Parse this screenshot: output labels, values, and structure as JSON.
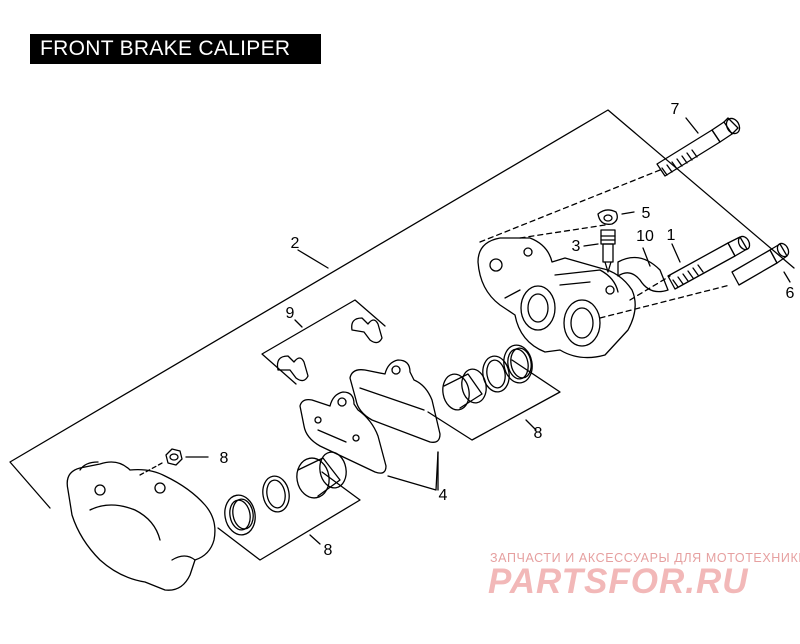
{
  "title": "FRONT BRAKE CALIPER",
  "callouts": {
    "c1": "1",
    "c2": "2",
    "c3": "3",
    "c4": "4",
    "c5": "5",
    "c6": "6",
    "c7": "7",
    "c8a": "8",
    "c8b": "8",
    "c8c": "8",
    "c9": "9",
    "c10": "10"
  },
  "watermark": {
    "tagline": "ЗАПЧАСТИ И АКСЕССУАРЫ ДЛЯ МОТОТЕХНИКИ",
    "logo": "PARTSFOR.RU"
  }
}
